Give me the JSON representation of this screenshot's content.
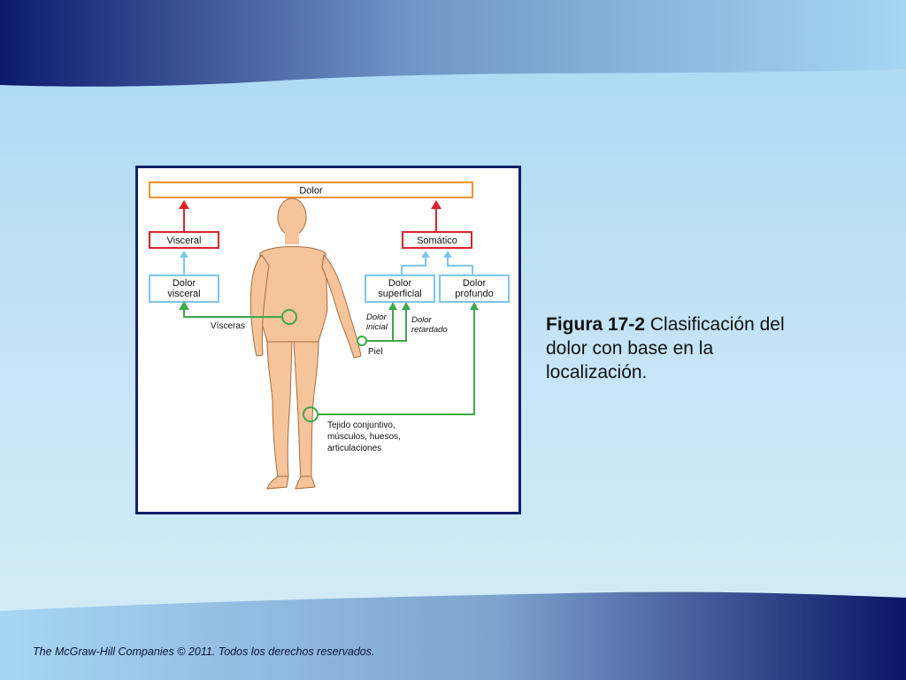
{
  "caption": {
    "figure_number": "Figura 17-2",
    "text": " Clasificación del dolor con base en la localización."
  },
  "footer": "The McGraw-Hill Companies © 2011. Todos los derechos reservados.",
  "diagram": {
    "top": "Dolor",
    "visceral": "Visceral",
    "somatico": "Somático",
    "dolor_visceral": [
      "Dolor",
      "visceral"
    ],
    "dolor_superficial": [
      "Dolor",
      "superficial"
    ],
    "dolor_profundo": [
      "Dolor",
      "profundo"
    ],
    "visceras": "Vísceras",
    "dolor_inicial": [
      "Dolor",
      "inicial"
    ],
    "dolor_retardado": [
      "Dolor",
      "retardado"
    ],
    "piel": "Piel",
    "tejido": [
      "Tejido conjuntivo,",
      "músculos, huesos,",
      "articulaciones"
    ]
  },
  "colors": {
    "dolor_box": "#f0932b",
    "visceral_box": "#d9232d",
    "light_box": "#7fc6ea",
    "pathway": "#3ea84a",
    "frame": "#141f6b",
    "skin": "#f5c49a"
  }
}
